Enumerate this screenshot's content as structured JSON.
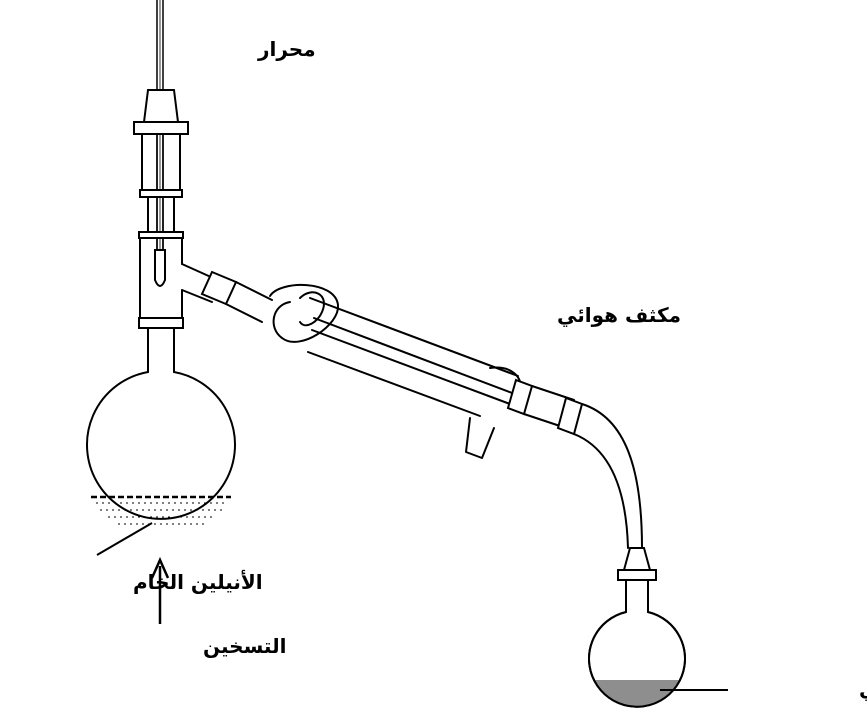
{
  "labels": {
    "thermometer": "محرار",
    "air_condenser": "مكثف هوائي",
    "crude_aniline": "الأنيلين الخام",
    "heating": "التسخين",
    "pure_aniline": "الأنيلين النقي"
  }
}
